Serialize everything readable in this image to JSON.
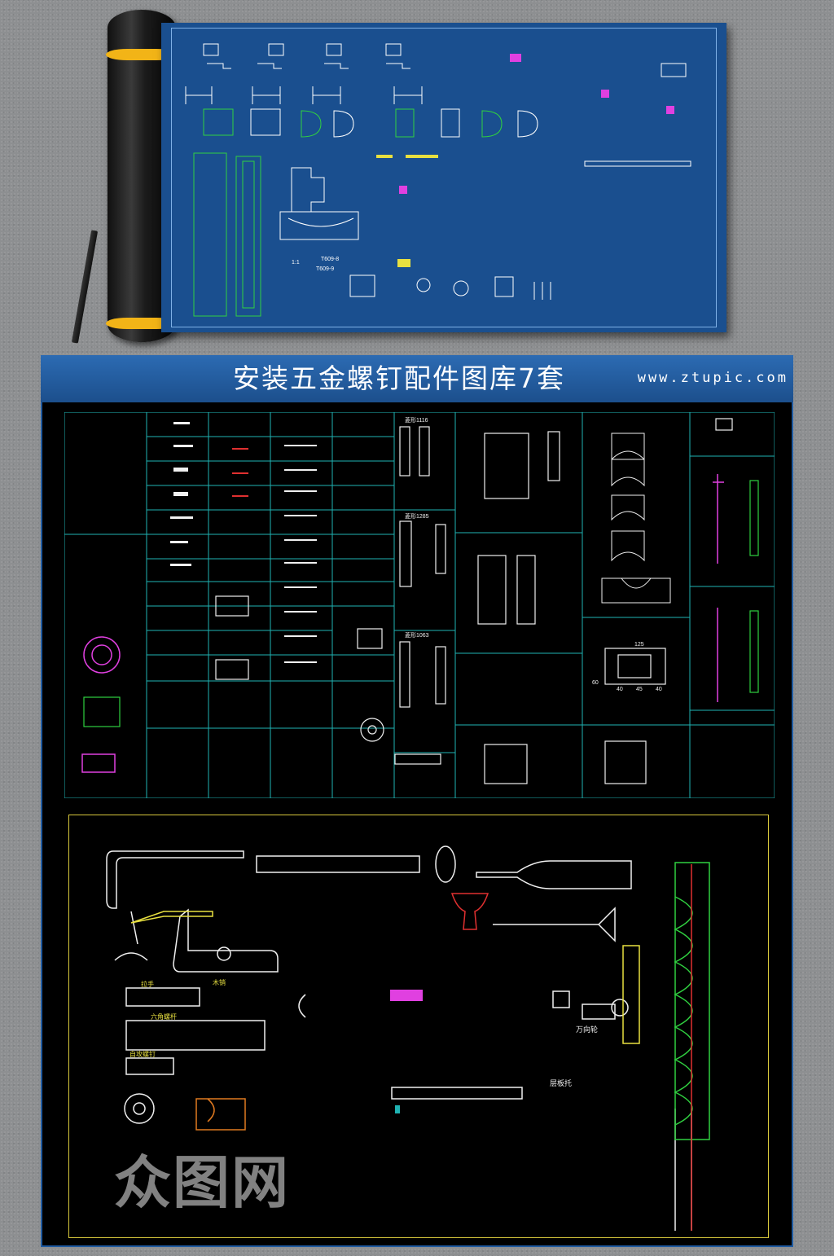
{
  "banner": {
    "title": "安装五金螺钉配件图库7套",
    "url": "www.ztupic.com"
  },
  "blueprint_labels": {
    "dimension_a": "1:1",
    "drawing_no": "T609-9",
    "drawing_ref": "T609-8"
  },
  "table_labels": {
    "col3_head1": "菱形1116",
    "col3_head2": "菱形1285",
    "col3_head3": "菱形1063",
    "dim_125": "125",
    "dim_60": "60",
    "dim_40a": "40",
    "dim_45": "45",
    "dim_40b": "40"
  },
  "library_labels": {
    "wheel": "万向轮",
    "shelf_support": "层板托",
    "table_head_left": "拉手",
    "table_head_right": "木销",
    "table_head_mid": "六角螺杆",
    "table_head_bottom": "自攻螺钉"
  },
  "watermark": {
    "text": "众图网"
  },
  "colors": {
    "blueprint_bg": "#1a4f8f",
    "banner_bg": "#1f5aa0",
    "grid_line": "#1fb3b3",
    "library_frame": "#d7c83c",
    "cad_white": "#f0f0f0",
    "cad_magenta": "#e040e0",
    "cad_green": "#30d040",
    "cad_yellow": "#e8e040",
    "cad_red": "#e03030"
  }
}
